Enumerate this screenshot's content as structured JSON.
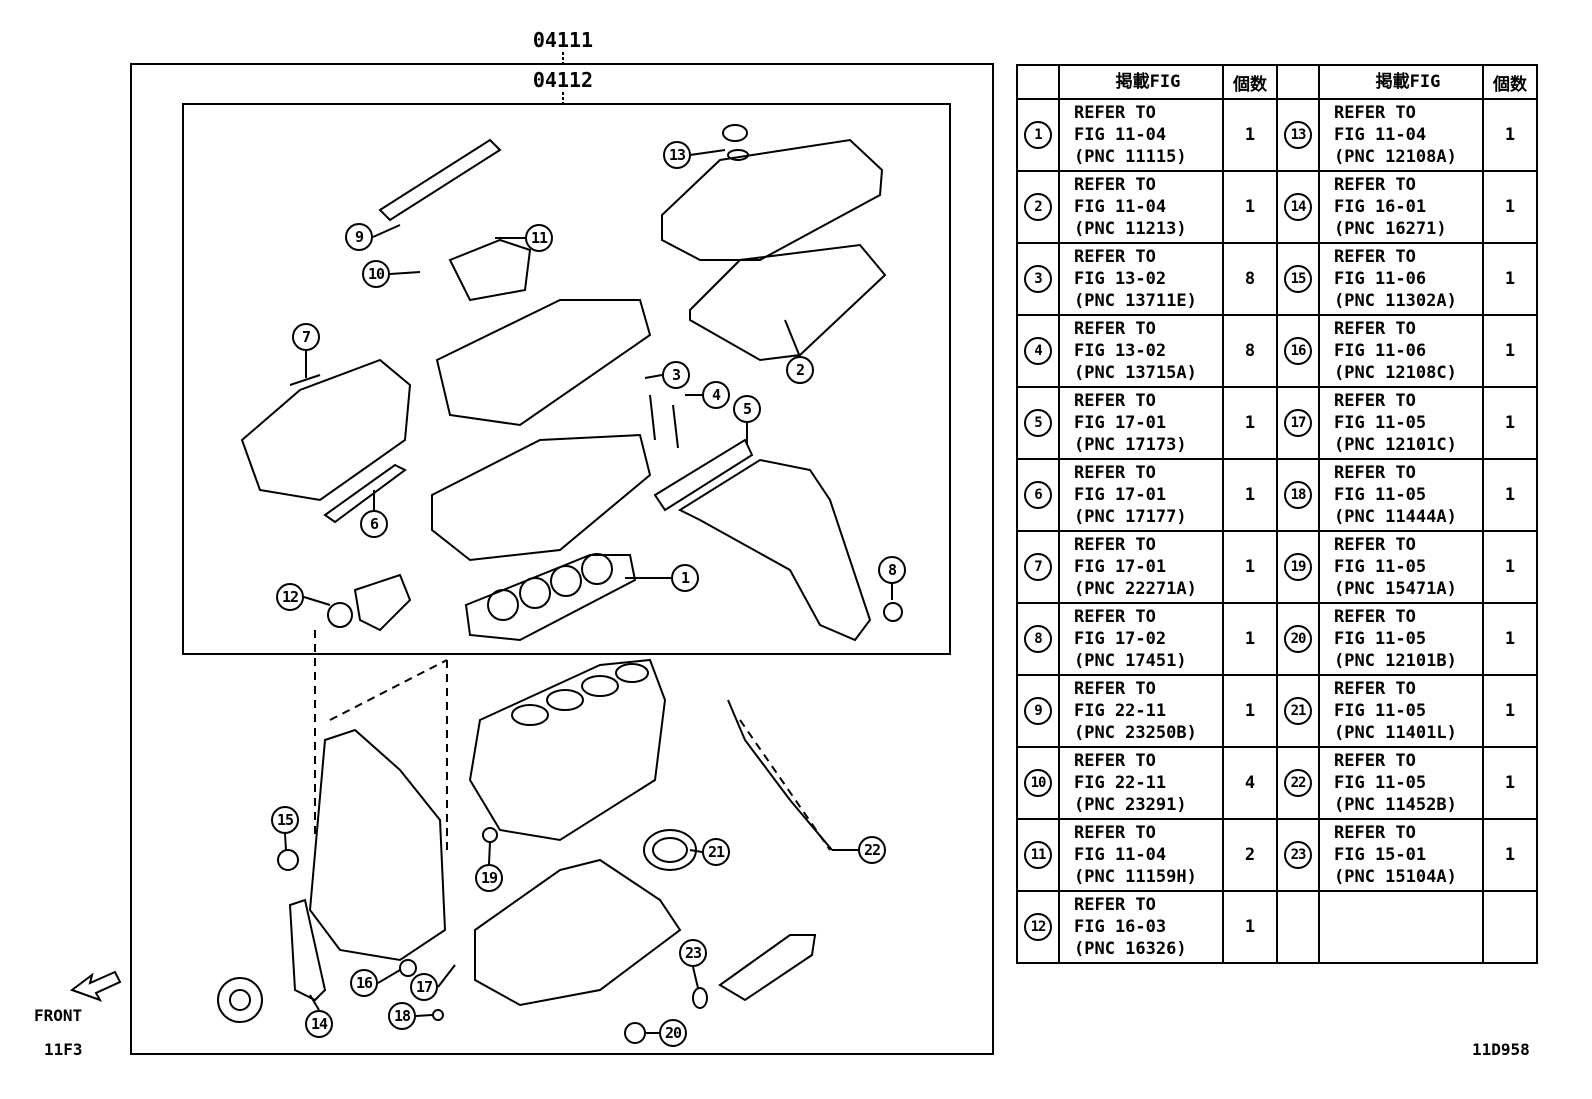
{
  "header": {
    "kit_outer": "04111",
    "kit_inner": "04112"
  },
  "footer": {
    "front_label": "FRONT",
    "page_code": "11F3",
    "illustration_code": "11D958"
  },
  "table": {
    "col_fig": "掲載FIG",
    "col_qty": "個数",
    "rows": [
      {
        "no": "1",
        "ref1": "REFER TO",
        "ref2": "FIG 11-04",
        "ref3": "(PNC 11115)",
        "qty": "1"
      },
      {
        "no": "2",
        "ref1": "REFER TO",
        "ref2": "FIG 11-04",
        "ref3": "(PNC 11213)",
        "qty": "1"
      },
      {
        "no": "3",
        "ref1": "REFER TO",
        "ref2": "FIG 13-02",
        "ref3": "(PNC 13711E)",
        "qty": "8"
      },
      {
        "no": "4",
        "ref1": "REFER TO",
        "ref2": "FIG 13-02",
        "ref3": "(PNC 13715A)",
        "qty": "8"
      },
      {
        "no": "5",
        "ref1": "REFER TO",
        "ref2": "FIG 17-01",
        "ref3": "(PNC 17173)",
        "qty": "1"
      },
      {
        "no": "6",
        "ref1": "REFER TO",
        "ref2": "FIG 17-01",
        "ref3": "(PNC 17177)",
        "qty": "1"
      },
      {
        "no": "7",
        "ref1": "REFER TO",
        "ref2": "FIG 17-01",
        "ref3": "(PNC 22271A)",
        "qty": "1"
      },
      {
        "no": "8",
        "ref1": "REFER TO",
        "ref2": "FIG 17-02",
        "ref3": "(PNC 17451)",
        "qty": "1"
      },
      {
        "no": "9",
        "ref1": "REFER TO",
        "ref2": "FIG 22-11",
        "ref3": "(PNC 23250B)",
        "qty": "1"
      },
      {
        "no": "10",
        "ref1": "REFER TO",
        "ref2": "FIG 22-11",
        "ref3": "(PNC 23291)",
        "qty": "4"
      },
      {
        "no": "11",
        "ref1": "REFER TO",
        "ref2": "FIG 11-04",
        "ref3": "(PNC 11159H)",
        "qty": "2"
      },
      {
        "no": "12",
        "ref1": "REFER TO",
        "ref2": "FIG 16-03",
        "ref3": "(PNC 16326)",
        "qty": "1"
      },
      {
        "no": "13",
        "ref1": "REFER TO",
        "ref2": "FIG 11-04",
        "ref3": "(PNC 12108A)",
        "qty": "1"
      },
      {
        "no": "14",
        "ref1": "REFER TO",
        "ref2": "FIG 16-01",
        "ref3": "(PNC 16271)",
        "qty": "1"
      },
      {
        "no": "15",
        "ref1": "REFER TO",
        "ref2": "FIG 11-06",
        "ref3": "(PNC 11302A)",
        "qty": "1"
      },
      {
        "no": "16",
        "ref1": "REFER TO",
        "ref2": "FIG 11-06",
        "ref3": "(PNC 12108C)",
        "qty": "1"
      },
      {
        "no": "17",
        "ref1": "REFER TO",
        "ref2": "FIG 11-05",
        "ref3": "(PNC 12101C)",
        "qty": "1"
      },
      {
        "no": "18",
        "ref1": "REFER TO",
        "ref2": "FIG 11-05",
        "ref3": "(PNC 11444A)",
        "qty": "1"
      },
      {
        "no": "19",
        "ref1": "REFER TO",
        "ref2": "FIG 11-05",
        "ref3": "(PNC 15471A)",
        "qty": "1"
      },
      {
        "no": "20",
        "ref1": "REFER TO",
        "ref2": "FIG 11-05",
        "ref3": "(PNC 12101B)",
        "qty": "1"
      },
      {
        "no": "21",
        "ref1": "REFER TO",
        "ref2": "FIG 11-05",
        "ref3": "(PNC 11401L)",
        "qty": "1"
      },
      {
        "no": "22",
        "ref1": "REFER TO",
        "ref2": "FIG 11-05",
        "ref3": "(PNC 11452B)",
        "qty": "1"
      },
      {
        "no": "23",
        "ref1": "REFER TO",
        "ref2": "FIG 15-01",
        "ref3": "(PNC 15104A)",
        "qty": "1"
      }
    ]
  },
  "callouts": [
    "1",
    "2",
    "3",
    "4",
    "5",
    "6",
    "7",
    "8",
    "9",
    "10",
    "11",
    "12",
    "13",
    "14",
    "15",
    "16",
    "17",
    "18",
    "19",
    "20",
    "21",
    "22",
    "23"
  ]
}
